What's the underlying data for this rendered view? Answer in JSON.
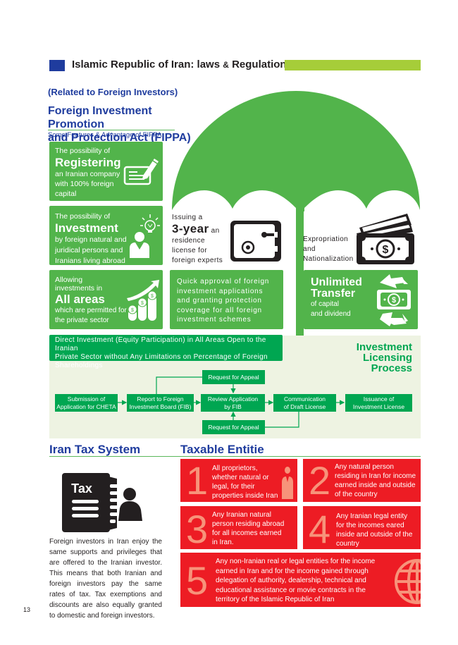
{
  "header": {
    "title_part1": "Islamic Republic of Iran: laws ",
    "title_amp": "&",
    "title_part2": " Regulations",
    "colors": {
      "blue": "#1f3c9e",
      "lime": "#a6cd39"
    }
  },
  "subtitle": "(Related to Foreign Investors)",
  "fippa": {
    "title_line1": "Foreign Investment Promotion",
    "title_line2": "and Protection Act (FIPPA)",
    "subheading": "Some Features & Advantage of FIPPA",
    "features": {
      "registering": {
        "pre": "The possibility of",
        "big": "Registering",
        "post": [
          "an Iranian company",
          "with 100% foreign",
          "capital"
        ],
        "icon": "check-pen-icon"
      },
      "investment": {
        "pre": "The possibility of",
        "big": "Investment",
        "post": [
          "by foreign natural and",
          "juridical persons and",
          "Iranians living abroad"
        ],
        "icon": "person-lightbulb-icon"
      },
      "residence": {
        "pre": "Issuing a",
        "big": "3-year",
        "big_suffix": " an",
        "post": [
          "residence",
          "license for",
          "foreign experts"
        ],
        "icon": "safe-icon"
      },
      "expropriation": {
        "lines": [
          "Expropriation",
          "and",
          "Nationalization"
        ],
        "icon": "money-stack-icon"
      },
      "all_areas": {
        "pre": [
          "Allowing",
          "investments in"
        ],
        "big": "All areas",
        "post": [
          "which are permitted for",
          "the private sector"
        ],
        "icon": "coins-growth-icon"
      },
      "quick_approval": {
        "lines": [
          "Quick approval of foreign",
          "investment  applications",
          "and granting protection",
          "coverage for all foreign",
          "investment schemes"
        ]
      },
      "unlimited_transfer": {
        "big1": "Unlimited",
        "big2": "Transfer",
        "post": [
          "of capital",
          "and dividend"
        ],
        "icon": "money-recycle-icon"
      },
      "direct_investment": {
        "lines": [
          "Direct Investment (Equity Participation) in All Areas Open to the Iranian",
          "Private Sector without Any Limitations on Percentage of Foreign",
          "Shareholdings"
        ]
      }
    },
    "colors": {
      "green": "#52b44b",
      "dark_green": "#00a651"
    }
  },
  "licensing_process": {
    "title_lines": [
      "Investment",
      "Licensing",
      "Process"
    ],
    "steps": [
      {
        "line1": "Submission of",
        "line2": "Application for CHETA"
      },
      {
        "line1": "Report to Foreign",
        "line2": "Investment Board (FIB)"
      },
      {
        "line1": "Review Application",
        "line2": "by FIB"
      },
      {
        "line1": "Communication",
        "line2": "of Draft License"
      },
      {
        "line1": "Issuance of",
        "line2": "Investment License"
      }
    ],
    "appeal_top": "Request for Appeal",
    "appeal_bottom": "Request for Appeal"
  },
  "tax_system": {
    "title": "Iran Tax System",
    "icon_label": "Tax",
    "body": "Foreign investors in Iran enjoy the same supports and privileges that are offered to the Iranian investor. This means that both Iranian and foreign investors pay the same rates of tax. Tax exemptions and discounts are also equally granted to domestic and foreign investors."
  },
  "taxable_entities": {
    "title": "Taxable Entitie",
    "items": [
      {
        "num": "1",
        "lines": [
          "All proprietors,",
          "whether natural or",
          "legal, for their",
          "properties inside Iran"
        ]
      },
      {
        "num": "2",
        "lines": [
          "Any natural person",
          "residing in Iran for income",
          "earned inside and outside",
          "of the country"
        ]
      },
      {
        "num": "3",
        "lines": [
          "Any Iranian natural",
          "person residing abroad",
          "for all incomes earned",
          "in Iran."
        ]
      },
      {
        "num": "4",
        "lines": [
          "Any Iranian legal entity",
          "for the incomes eared",
          "inside and outside of the",
          "country"
        ]
      },
      {
        "num": "5",
        "lines": [
          "Any non-Iranian real or legal entities for the income",
          "earned in Iran and for the income gained through",
          "delegation of authority, dealership, technical and",
          "educational assistance or movie contracts in the",
          "territory of the Islamic Republic of Iran"
        ]
      }
    ],
    "colors": {
      "red": "#ed1c24",
      "salmon": "#f7937a"
    }
  },
  "page_number": "13"
}
